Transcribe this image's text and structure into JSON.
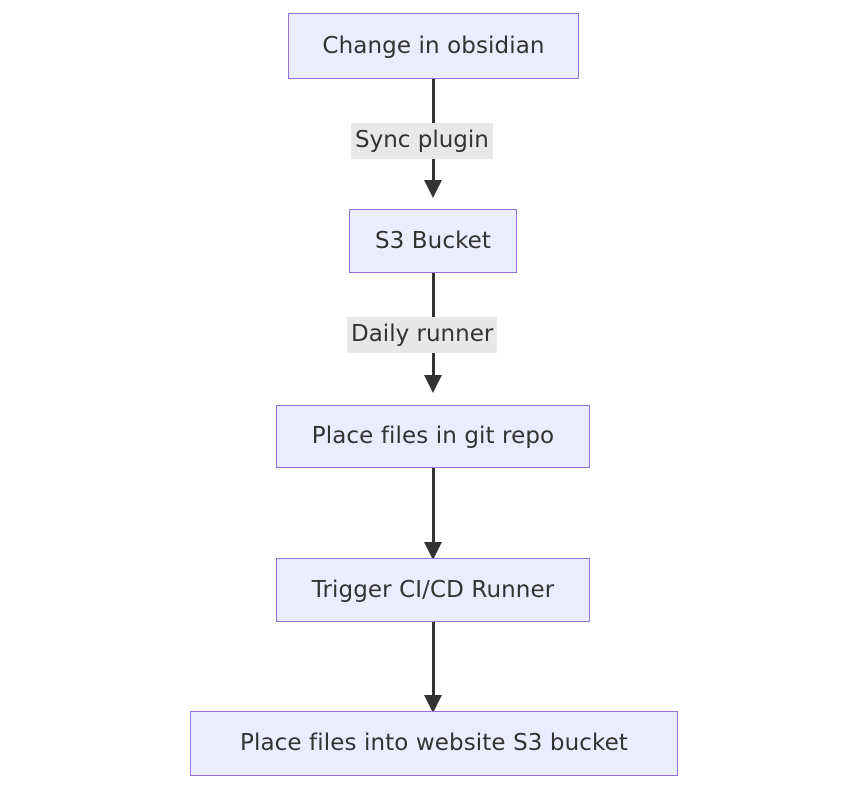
{
  "diagram": {
    "type": "flowchart",
    "direction": "top-down",
    "background_color": "#ffffff",
    "theme": {
      "node_fill": "#ececff",
      "node_stroke": "#9370db",
      "node_text": "#333333",
      "edge_stroke": "#333333",
      "edge_label_background": "#e8e8e8",
      "edge_label_text": "#333333"
    },
    "nodes": [
      {
        "id": "n1",
        "label": "Change in obsidian"
      },
      {
        "id": "n2",
        "label": "S3 Bucket"
      },
      {
        "id": "n3",
        "label": "Place files in git repo"
      },
      {
        "id": "n4",
        "label": "Trigger CI/CD Runner"
      },
      {
        "id": "n5",
        "label": "Place files into website S3 bucket"
      }
    ],
    "edges": [
      {
        "id": "e1",
        "from": "n1",
        "to": "n2",
        "label": "Sync plugin",
        "arrow": "arrow-down-icon"
      },
      {
        "id": "e2",
        "from": "n2",
        "to": "n3",
        "label": "Daily runner",
        "arrow": "arrow-down-icon"
      },
      {
        "id": "e3",
        "from": "n3",
        "to": "n4",
        "label": "",
        "arrow": "arrow-down-icon"
      },
      {
        "id": "e4",
        "from": "n4",
        "to": "n5",
        "label": "",
        "arrow": "arrow-down-icon"
      }
    ]
  }
}
